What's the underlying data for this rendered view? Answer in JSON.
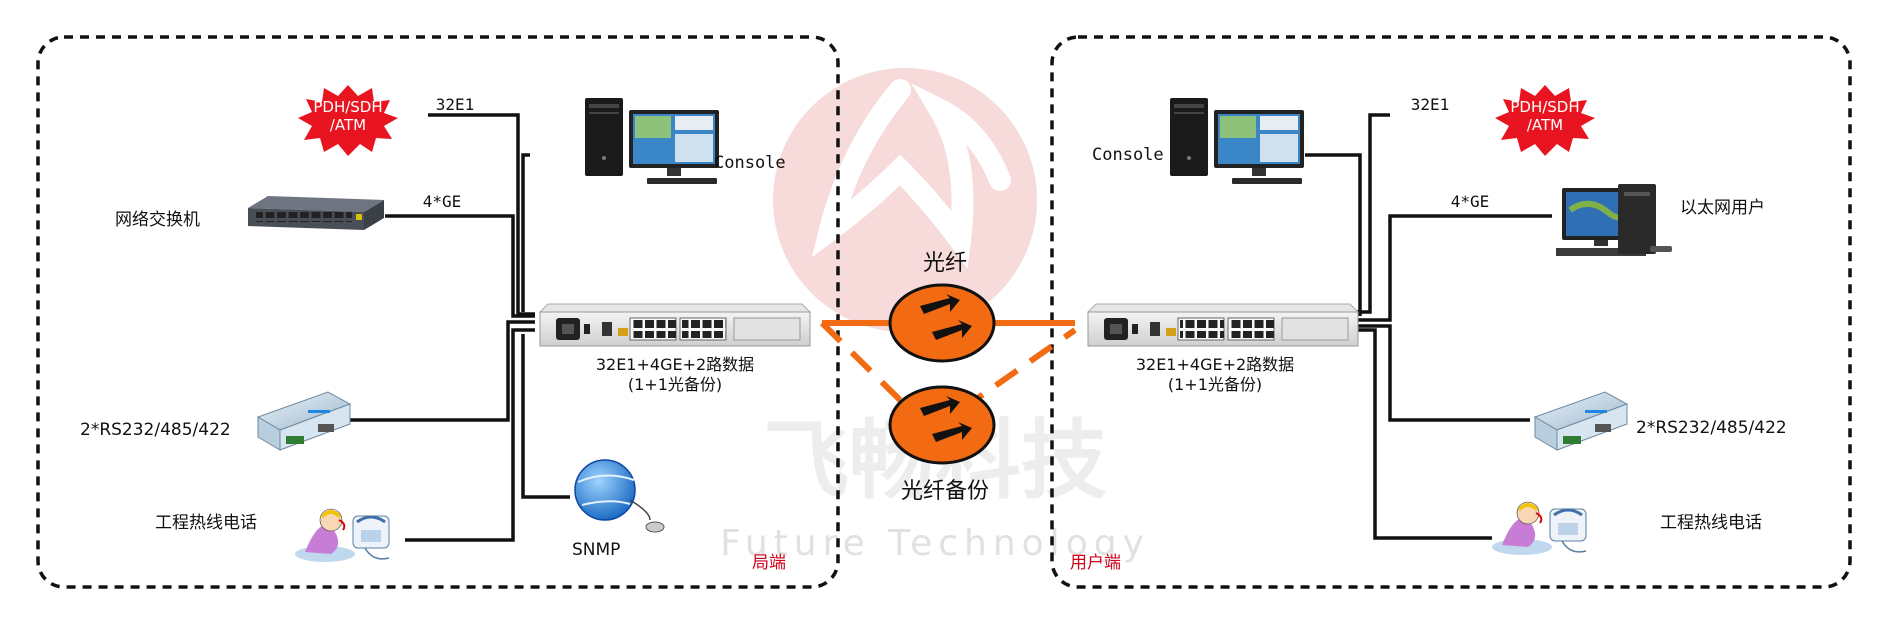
{
  "watermark": {
    "cn": "飞畅科技",
    "en": "Future Technology"
  },
  "fiber": {
    "main_label": "光纤",
    "backup_label": "光纤备份",
    "main_color": "#f26a11",
    "symbol_color": "#f26a11"
  },
  "left": {
    "burst_text_line1": "PDH/SDH",
    "burst_text_line2": "/ATM",
    "label_32e1": "32E1",
    "label_4ge": "4*GE",
    "console": "Console",
    "switch": "网络交换机",
    "serial": "2*RS232/485/422",
    "phone": "工程热线电话",
    "snmp": "SNMP",
    "device_line1": "32E1+4GE+2路数据",
    "device_line2": "(1+1光备份)",
    "site_label": "局端"
  },
  "right": {
    "burst_text_line1": "PDH/SDH",
    "burst_text_line2": "/ATM",
    "label_32e1": "32E1",
    "label_4ge": "4*GE",
    "console": "Console",
    "ethernet_user": "以太网用户",
    "serial": "2*RS232/485/422",
    "phone": "工程热线电话",
    "device_line1": "32E1+4GE+2路数据",
    "device_line2": "(1+1光备份)",
    "site_label": "用户端"
  },
  "colors": {
    "site_label": "#d0021b",
    "burst": "#e8141f",
    "watermark": "#f3caca"
  },
  "icons": {
    "pc": "desktop-pc-icon",
    "switch": "network-switch-icon",
    "serial": "serial-converter-icon",
    "phone": "hotline-phone-icon",
    "snmp": "snmp-globe-icon",
    "device": "optical-multiplexer-icon"
  }
}
